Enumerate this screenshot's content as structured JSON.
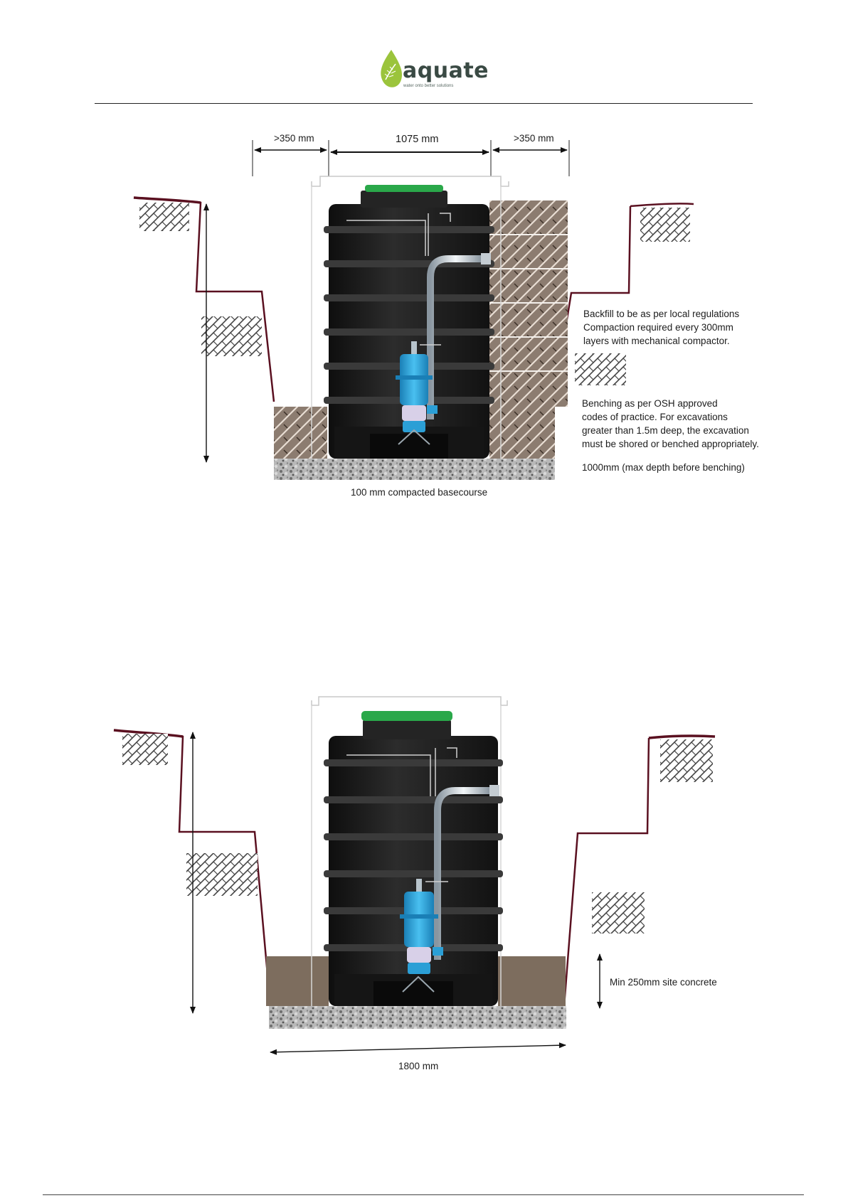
{
  "header": {
    "logo_text": "aquate",
    "logo_tagline": "water onto better solutions"
  },
  "diagram_top": {
    "dim_left": ">350 mm",
    "dim_center": "1075 mm",
    "dim_right": ">350 mm",
    "backfill_note": "Backfill to be as per local regulations\nCompaction required every 300mm\nlayers with mechanical compactor.",
    "benching_note": "Benching as per OSH approved\ncodes of practice. For excavations\ngreater than 1.5m deep, the excavation\nmust be shored or benched appropriately.",
    "max_depth_note": "1000mm (max depth before benching)",
    "base_label": "100 mm compacted basecourse"
  },
  "diagram_bottom": {
    "concrete_label": "Min 250mm site concrete",
    "width_label": "1800 mm"
  },
  "colors": {
    "tank": "#1f1f1f",
    "lid": "#2aa84a",
    "pump": "#2b9fd6",
    "soil_line": "#6b1a2a",
    "backfill": "#8a7a6e",
    "concrete": "#7a6a5a",
    "gravel": "#a0a0a0",
    "logo_leaf": "#9bc43c"
  }
}
